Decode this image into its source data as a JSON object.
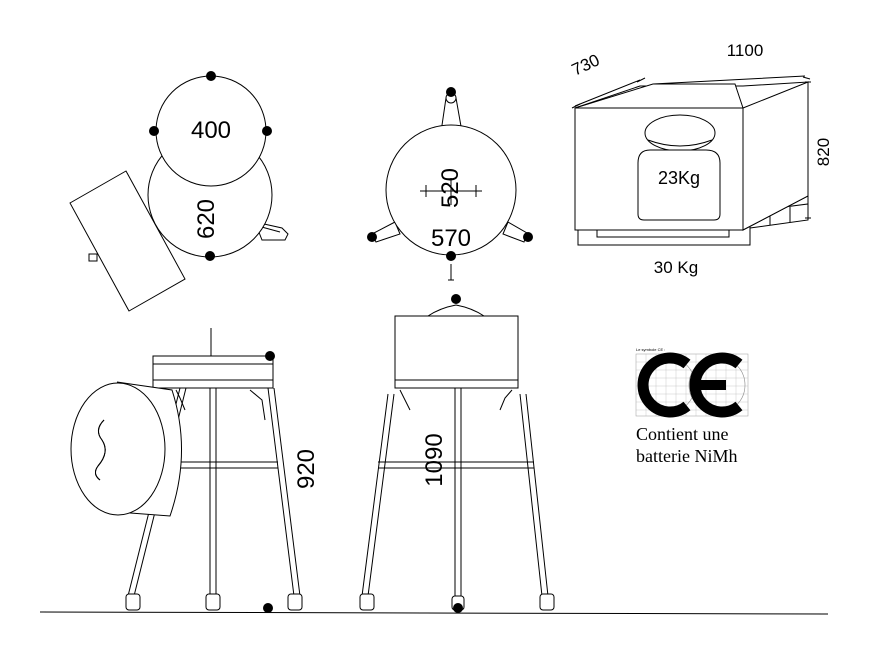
{
  "dimensions": {
    "lid_diameter": "400",
    "body_diameter": "620",
    "top_view_diameter": "520",
    "leg_span": "570",
    "box_depth": "730",
    "box_width": "1100",
    "box_height": "820",
    "weight_on_box": "23Kg",
    "crate_weight": "30 Kg",
    "height_side": "920",
    "height_front": "1090"
  },
  "ce_mark": {
    "caption": "Le symbole CE :",
    "note_line1": "Contient une",
    "note_line2": "batterie NiMh"
  }
}
